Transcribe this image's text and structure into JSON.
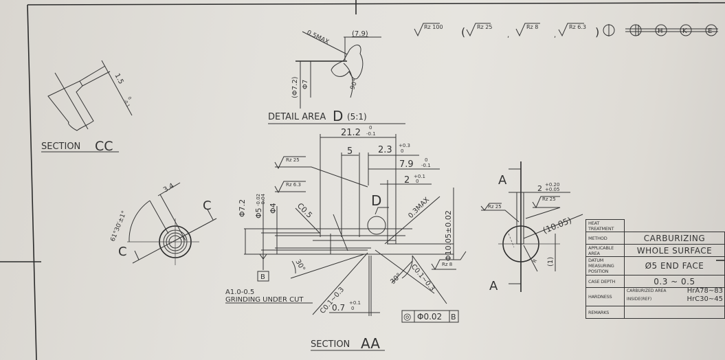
{
  "roughness_legend": {
    "general": "Rz 100",
    "open_paren": "(",
    "items": [
      "Rz 25",
      "Rz 8",
      "Rz 6.3"
    ],
    "separator": ",",
    "close_paren": ")",
    "symbols": [
      "phi-circle-symbol",
      "struck-cross-circle",
      "struck-h-circle",
      "struck-k-circle",
      "struck-e-circle"
    ]
  },
  "detail_d": {
    "title_prefix": "DETAIL AREA",
    "title_letter": "D",
    "scale": "(5:1)",
    "chamfer": "0.5MAX",
    "ref_length": "(7.9)",
    "dia_ref": "(Φ7.2)",
    "dia": "Φ7",
    "angle": "90°"
  },
  "section_cc": {
    "title_prefix": "SECTION",
    "title_letter": "CC",
    "dim": "1.5",
    "tol_upper": "0",
    "tol_lower": "-0.1"
  },
  "end_view_c": {
    "angle": "61°30′±1°",
    "width": "3.4",
    "cut_label_top": "C",
    "cut_label_bottom": "C"
  },
  "section_aa": {
    "title_prefix": "SECTION",
    "title_letter": "AA",
    "overall_length": {
      "value": "21.2",
      "upper": "0",
      "lower": "-0.1"
    },
    "step_5": "5",
    "groove_2_3": {
      "value": "2.3",
      "upper": "+0.3",
      "lower": "0"
    },
    "length_7_9": {
      "value": "7.9",
      "upper": "0",
      "lower": "-0.1"
    },
    "width_2": {
      "value": "2",
      "upper": "+0.1",
      "lower": "0"
    },
    "roughness_top": "Rz 25",
    "roughness_mid": "Rz 6.3",
    "roughness_bottom": "Rz 8",
    "dia_7_2": "Φ7.2",
    "dia_5": {
      "value": "Φ5",
      "upper": "-0.02",
      "lower": "-0.04"
    },
    "dia_4": "Φ4",
    "chamfer_05": "C0.5",
    "chamfer_left": "C0.1~0.3",
    "chamfer_right": "C0.1~0.3",
    "angle_left": "30°",
    "angle_right": "30°",
    "max_03": "0.3MAX",
    "dia_10_05": "Φ10.05±0.02",
    "detail_callout": "D",
    "datum": "B",
    "undercut_line1": "A1.0-0.5",
    "undercut_line2": "GRINDING UNDER CUT",
    "dim_0_7": {
      "value": "0.7",
      "upper": "+0.1",
      "lower": "0"
    },
    "concentricity": {
      "symbol": "◎",
      "tolerance": "Φ0.02",
      "datum": "B"
    }
  },
  "view_a": {
    "cut_label_top": "A",
    "cut_label_bottom": "A",
    "slot_width": {
      "value": "2",
      "upper": "+0.20",
      "lower": "+0.05"
    },
    "roughness_left": "Rz 25",
    "roughness_right": "Rz 25",
    "ref_dia": "(10.05)",
    "ref_depth": "(1)",
    "radius": "R"
  },
  "heat_treatment": {
    "header": "HEAT TREATMENT",
    "rows": [
      {
        "label": "METHOD",
        "value": "CARBURIZING"
      },
      {
        "label": "APPLICABLE AREA",
        "value": "WHOLE SURFACE"
      },
      {
        "label": "DATUM MEASURING POSITION",
        "value": "Ø5 END FACE"
      },
      {
        "label": "CASE DEPTH",
        "value": "0.3 ~ 0.5"
      }
    ],
    "hardness": {
      "label": "HARDNESS",
      "area1": "CARBURIZED AREA",
      "value1": "HrA78~83",
      "area2": "INSIDE(REF)",
      "value2": "HrC30~45"
    },
    "remarks": {
      "label": "REMARKS",
      "value": ""
    }
  }
}
